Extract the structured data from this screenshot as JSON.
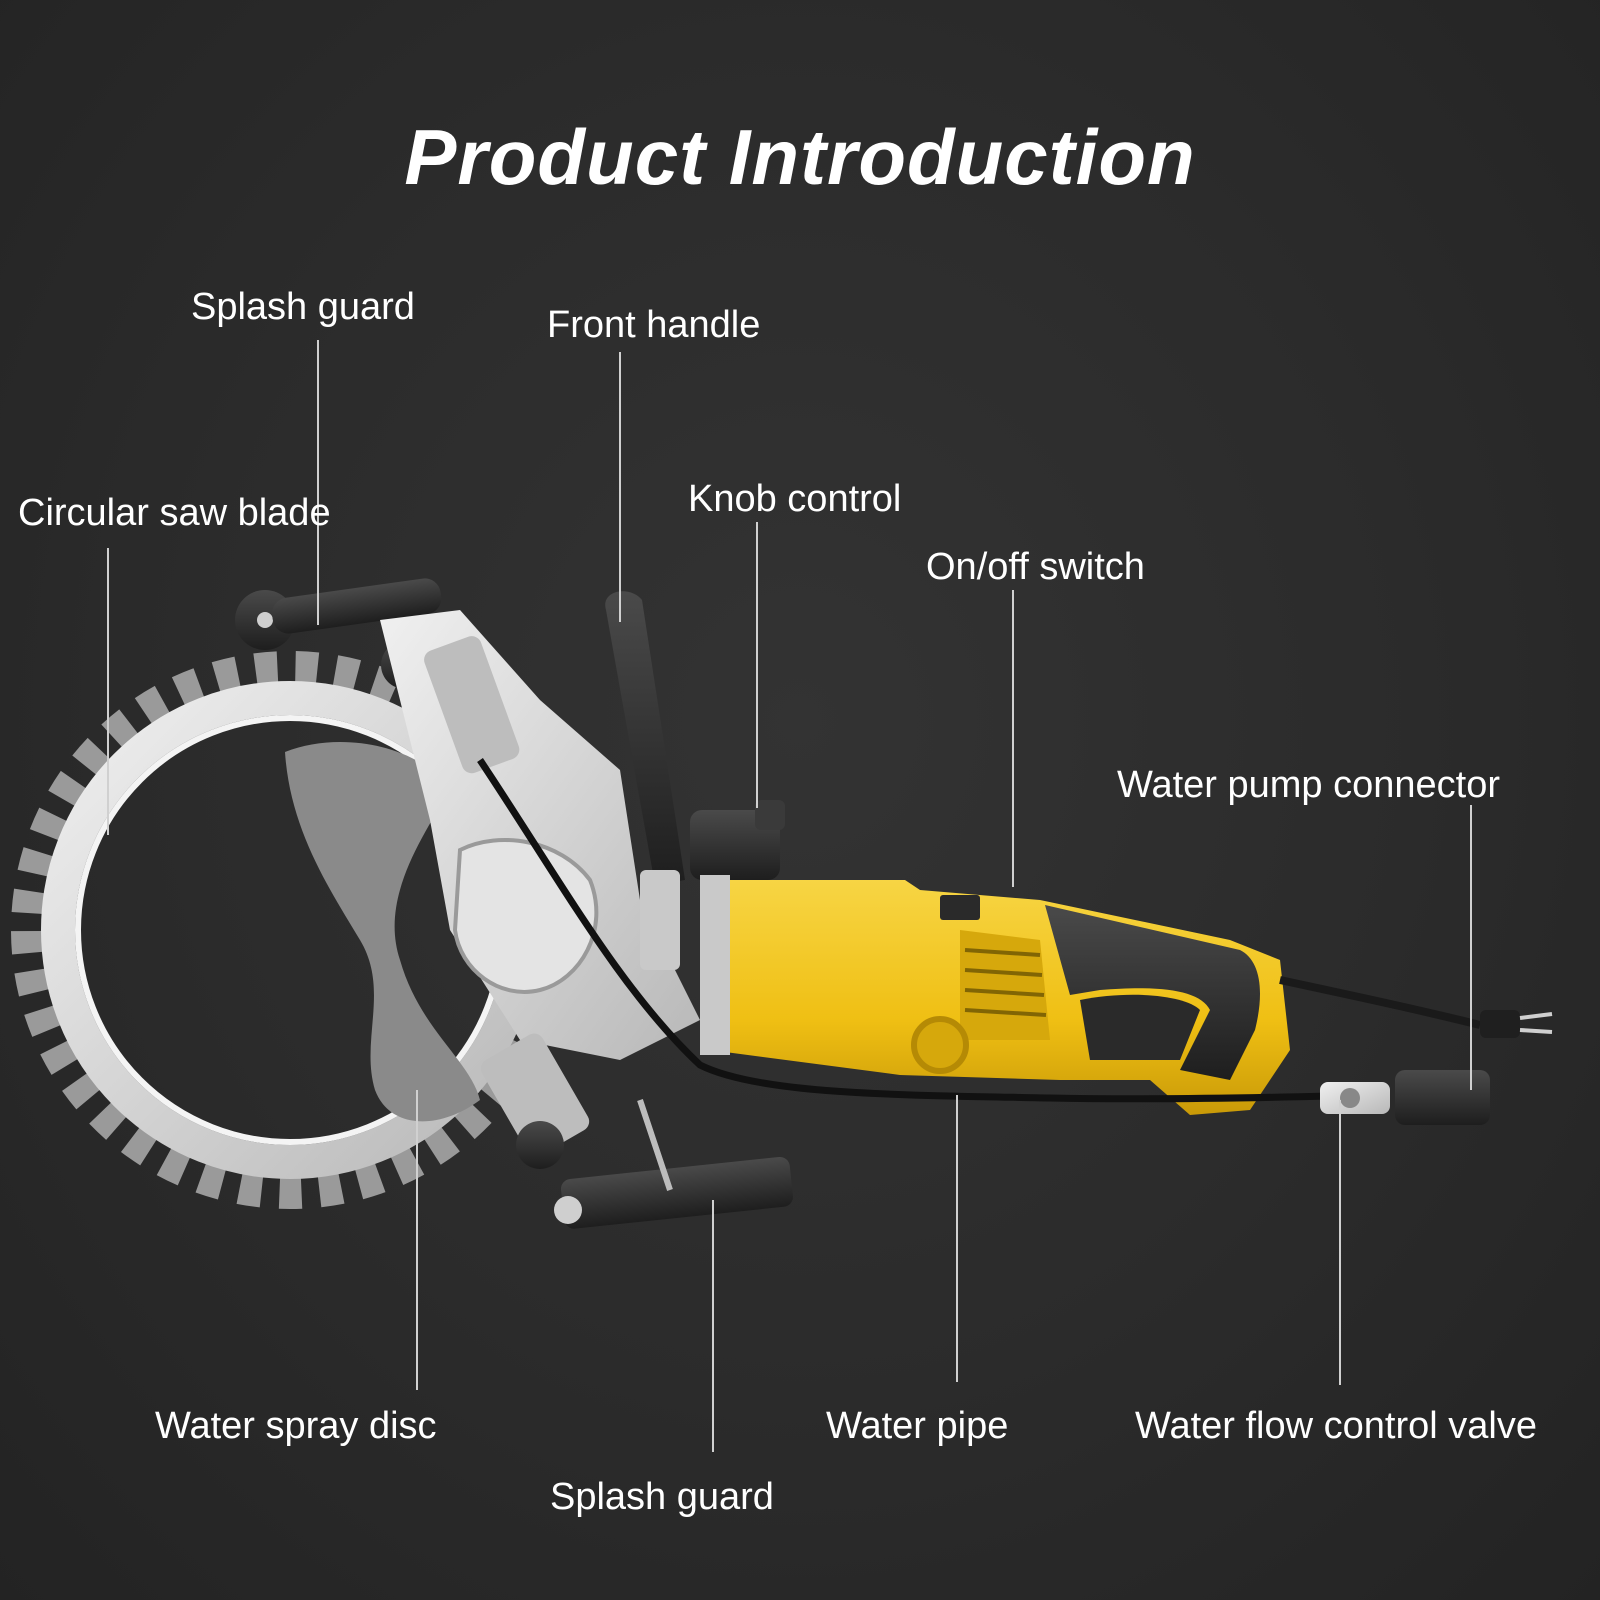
{
  "title": "Product Introduction",
  "labels": {
    "splash_guard_top": "Splash guard",
    "front_handle": "Front handle",
    "circular_saw_blade": "Circular saw blade",
    "knob_control": "Knob control",
    "on_off_switch": "On/off switch",
    "water_pump_connector": "Water pump connector",
    "water_spray_disc": "Water spray disc",
    "water_pipe": "Water pipe",
    "water_flow_control_valve": "Water flow control valve",
    "splash_guard_bottom": "Splash guard"
  },
  "colors": {
    "background": "#2a2a2a",
    "body_yellow": "#f2c41a",
    "metal": "#d8d8d8",
    "handle_dark": "#3a3a3a",
    "leader_line": "#d0d0d0"
  }
}
